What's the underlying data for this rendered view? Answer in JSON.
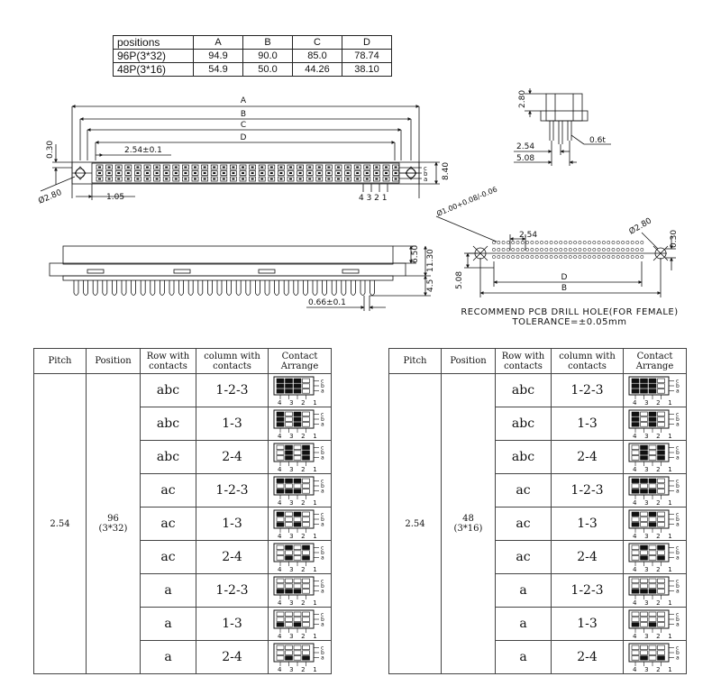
{
  "dimension_table": {
    "headers": [
      "positions",
      "A",
      "B",
      "C",
      "D"
    ],
    "rows": [
      [
        "96P(3*32)",
        "94.9",
        "90.0",
        "85.0",
        "78.74"
      ],
      [
        "48P(3*16)",
        "54.9",
        "50.0",
        "44.26",
        "38.10"
      ]
    ]
  },
  "front_view": {
    "labels": {
      "A": "A",
      "B": "B",
      "C": "C",
      "D": "D"
    },
    "pitch": "2.54±0.1",
    "height_030": "0.30",
    "hole_dia": "Ø2.80",
    "offset": "1.05",
    "height_840": "8.40",
    "pin_numbers": "4 3 2 1",
    "row_letters": [
      "c",
      "b",
      "a"
    ]
  },
  "side_view": {
    "height": "2.80",
    "pitch": "2.54",
    "row_span": "5.08",
    "thickness": "0.6t"
  },
  "bottom_view": {
    "h1": "6.50",
    "h2": "11.30",
    "h3": "4.5",
    "pin_width": "0.66±0.1"
  },
  "drill_view": {
    "hole": "Ø1.00+0.08/-0.06",
    "pitch": "2.54",
    "mount_hole": "Ø2.80",
    "offset": "0.30",
    "row_span": "5.08",
    "label_d": "D",
    "label_b": "B"
  },
  "note": {
    "line1": "RECOMMEND PCB DRILL HOLE(FOR FEMALE)",
    "line2": "TOLERANCE=±0.05mm"
  },
  "contact_tables": [
    {
      "headers": [
        "Pitch",
        "Position",
        "Row with contacts",
        "column with contacts",
        "Contact Arrange"
      ],
      "pitch": "2.54",
      "position": "96",
      "position_sub": "(3*32)",
      "rows": [
        {
          "row": "abc",
          "col": "1-2-3"
        },
        {
          "row": "abc",
          "col": "1-3"
        },
        {
          "row": "abc",
          "col": "2-4"
        },
        {
          "row": "ac",
          "col": "1-2-3"
        },
        {
          "row": "ac",
          "col": "1-3"
        },
        {
          "row": "ac",
          "col": "2-4"
        },
        {
          "row": "a",
          "col": "1-2-3"
        },
        {
          "row": "a",
          "col": "1-3"
        },
        {
          "row": "a",
          "col": "2-4"
        }
      ]
    },
    {
      "headers": [
        "Pitch",
        "Position",
        "Row with contacts",
        "column with contacts",
        "Contact Arrange"
      ],
      "pitch": "2.54",
      "position": "48",
      "position_sub": "(3*16)",
      "rows": [
        {
          "row": "abc",
          "col": "1-2-3"
        },
        {
          "row": "abc",
          "col": "1-3"
        },
        {
          "row": "abc",
          "col": "2-4"
        },
        {
          "row": "ac",
          "col": "1-2-3"
        },
        {
          "row": "ac",
          "col": "1-3"
        },
        {
          "row": "ac",
          "col": "2-4"
        },
        {
          "row": "a",
          "col": "1-2-3"
        },
        {
          "row": "a",
          "col": "1-3"
        },
        {
          "row": "a",
          "col": "2-4"
        }
      ]
    }
  ],
  "contact_icon": {
    "cols": "4 3 2 1",
    "rows": [
      "c",
      "b",
      "a"
    ]
  }
}
